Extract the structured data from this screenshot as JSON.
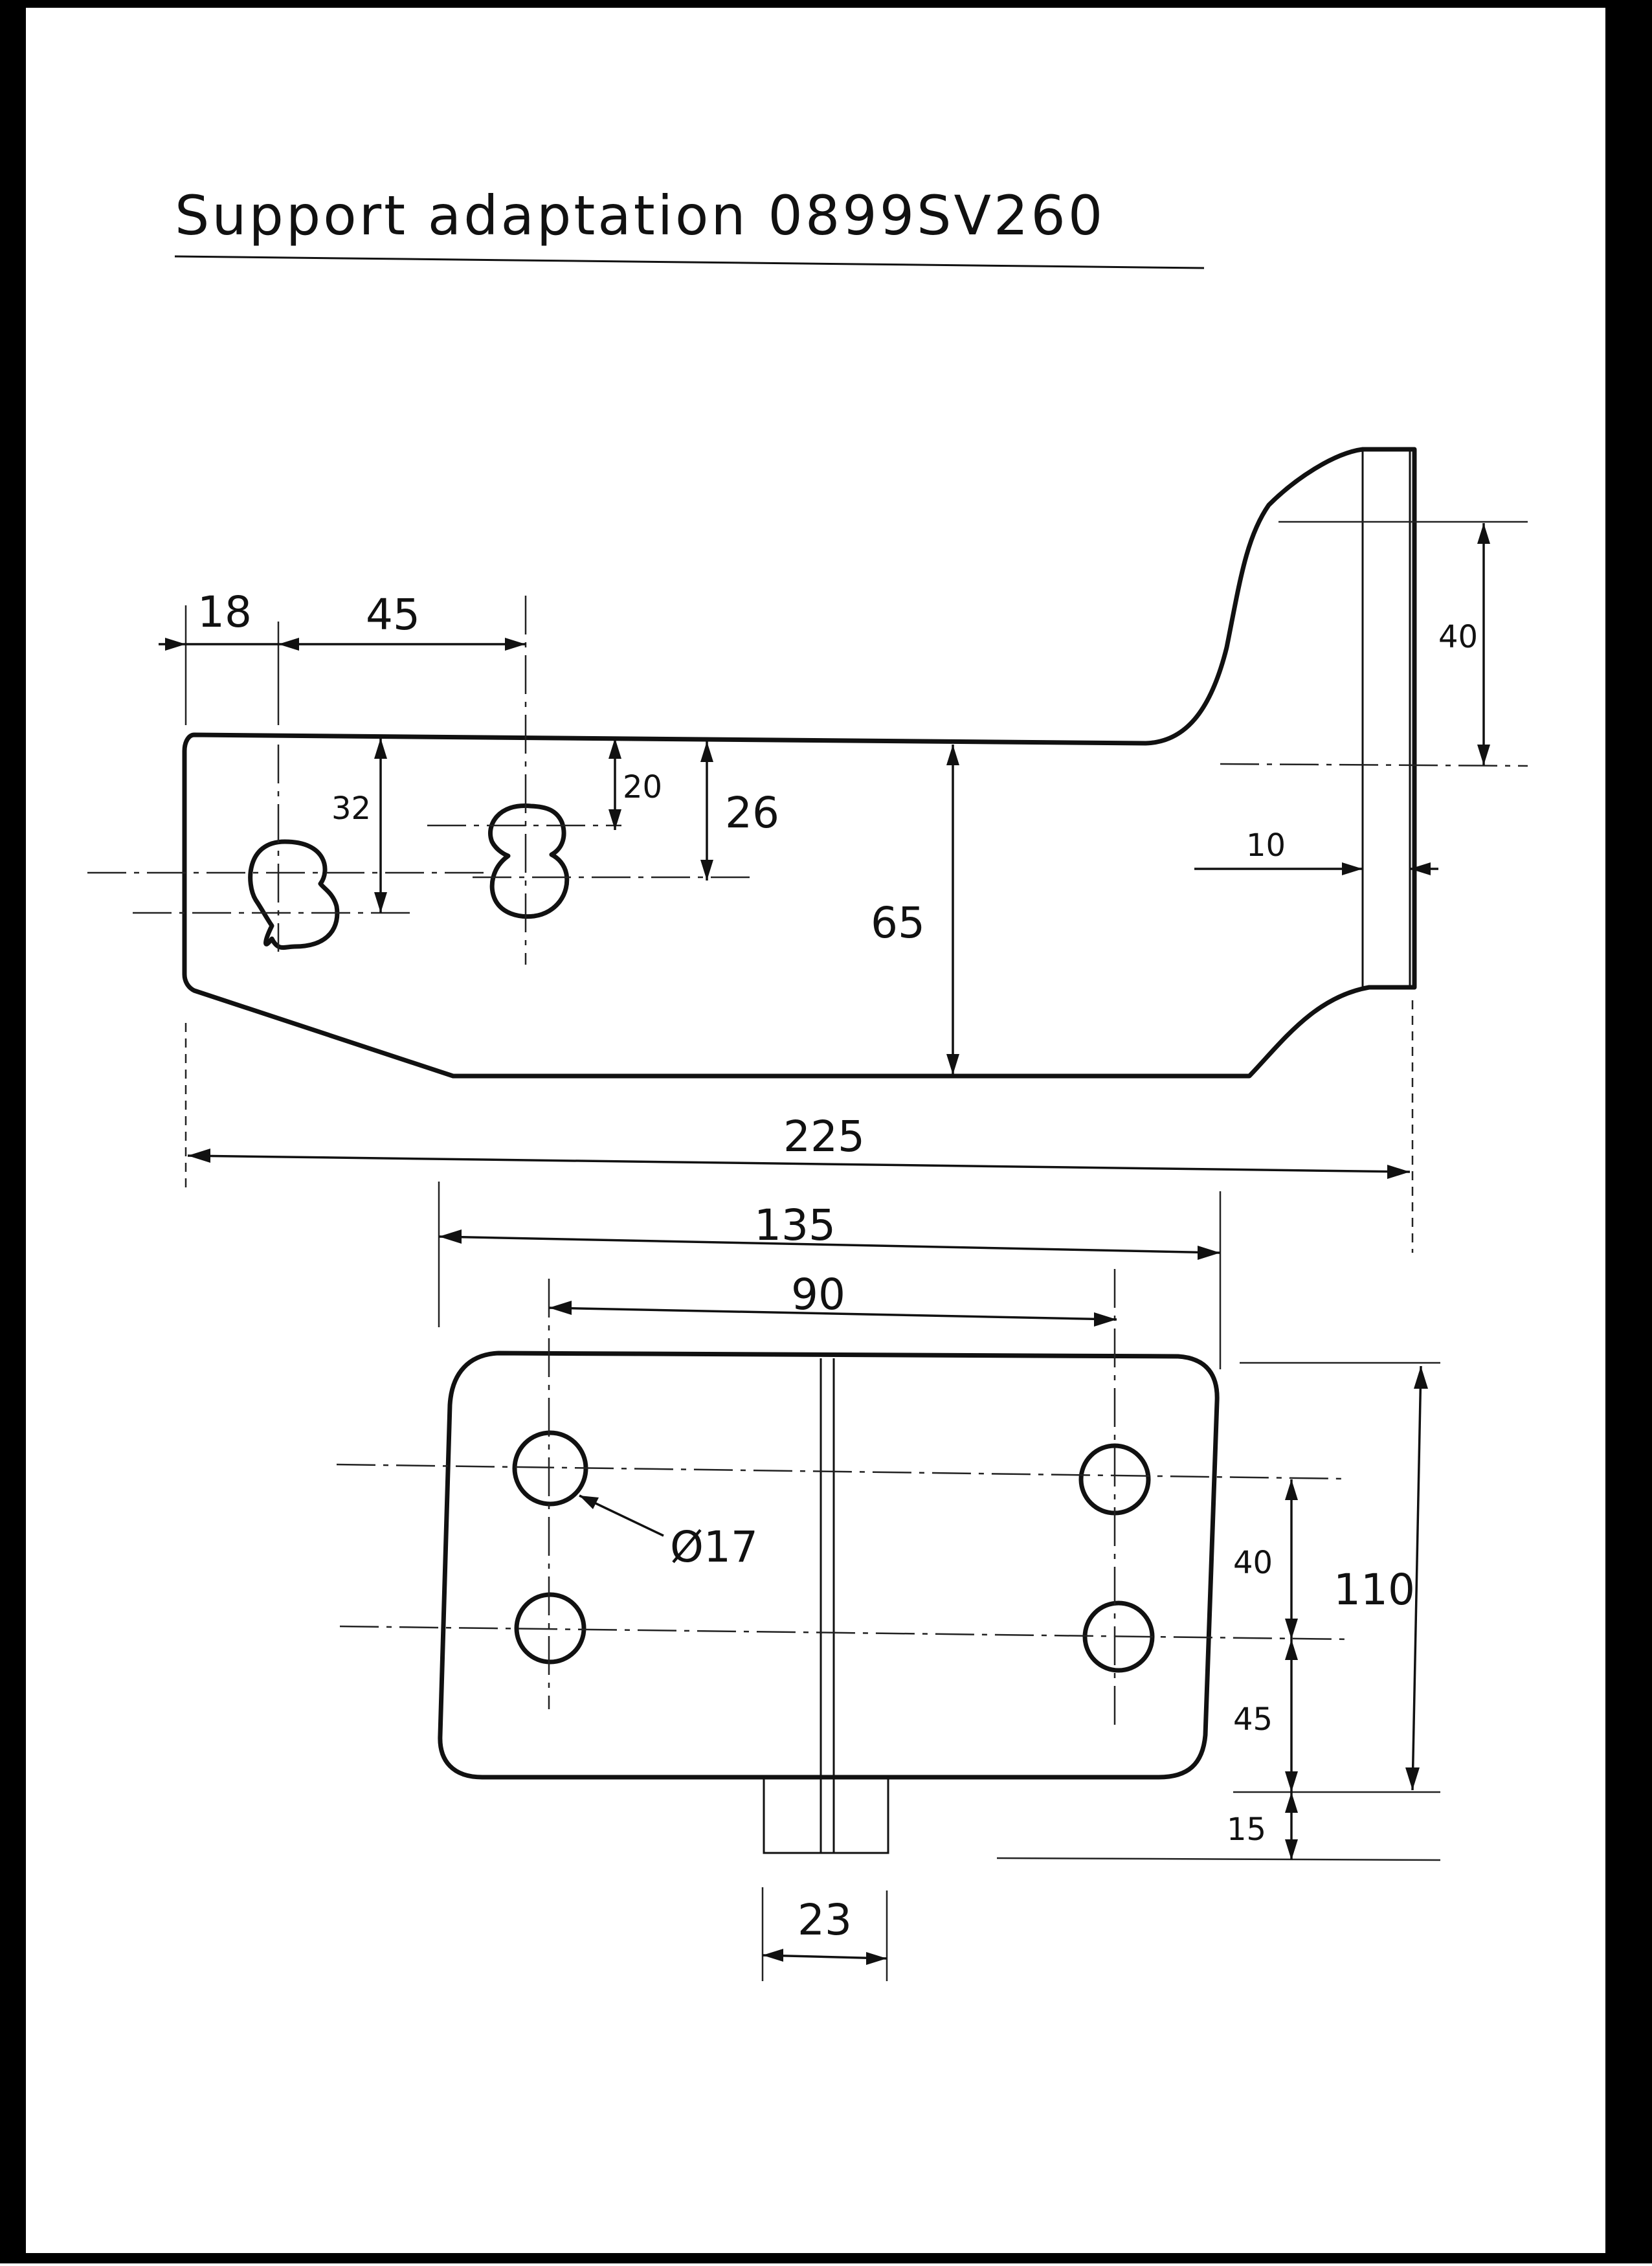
{
  "title": "Support adaptation 0899SV260",
  "colors": {
    "ink": "#111111",
    "paper": "#ffffff",
    "border": "#000000"
  },
  "side_view": {
    "dimensions": {
      "d18": "18",
      "d45": "45",
      "d32": "32",
      "d20": "20",
      "d26": "26",
      "d65": "65",
      "d40": "40",
      "d10": "10",
      "d225": "225"
    }
  },
  "plan_view": {
    "dimensions": {
      "d135": "135",
      "d90": "90",
      "hole_diameter": "Ø17",
      "d40": "40",
      "d110": "110",
      "d45": "45",
      "d15": "15",
      "d23": "23"
    }
  }
}
